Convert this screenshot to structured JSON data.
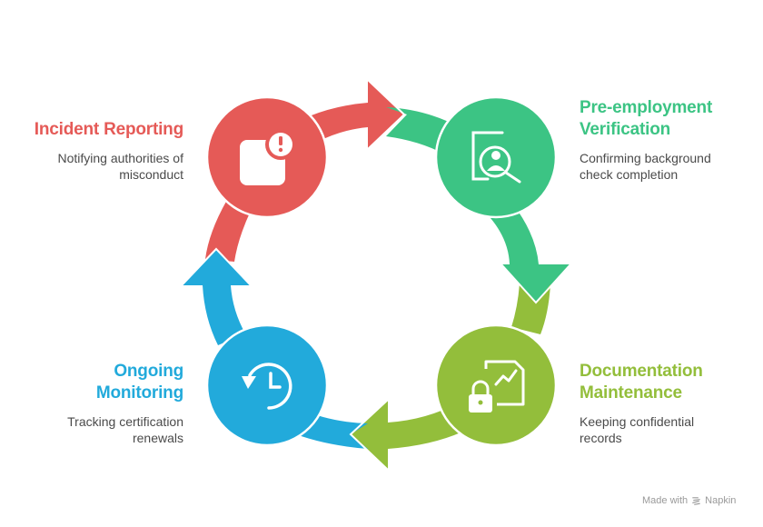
{
  "diagram": {
    "type": "cycle",
    "steps": [
      {
        "title": "Incident Reporting",
        "description": "Notifying authorities of misconduct",
        "desc_lines": [
          "Notifying authorities of",
          "misconduct"
        ],
        "icon": "alert-document-icon",
        "color": "#E55A57"
      },
      {
        "title": "Pre-employment Verification",
        "title_lines": [
          "Pre-employment",
          "Verification"
        ],
        "description": "Confirming background check completion",
        "desc_lines": [
          "Confirming background",
          "check completion"
        ],
        "icon": "background-check-icon",
        "color": "#3CC484"
      },
      {
        "title": "Documentation Maintenance",
        "title_lines": [
          "Documentation",
          "Maintenance"
        ],
        "description": "Keeping confidential records",
        "desc_lines": [
          "Keeping confidential",
          "records"
        ],
        "icon": "secure-document-icon",
        "color": "#93BE3B"
      },
      {
        "title": "Ongoing Monitoring",
        "title_lines": [
          "Ongoing",
          "Monitoring"
        ],
        "description": "Tracking certification renewals",
        "desc_lines": [
          "Tracking certification",
          "renewals"
        ],
        "icon": "history-icon",
        "color": "#22AADB"
      }
    ]
  },
  "watermark": {
    "prefix": "Made with",
    "brand": "Napkin"
  }
}
